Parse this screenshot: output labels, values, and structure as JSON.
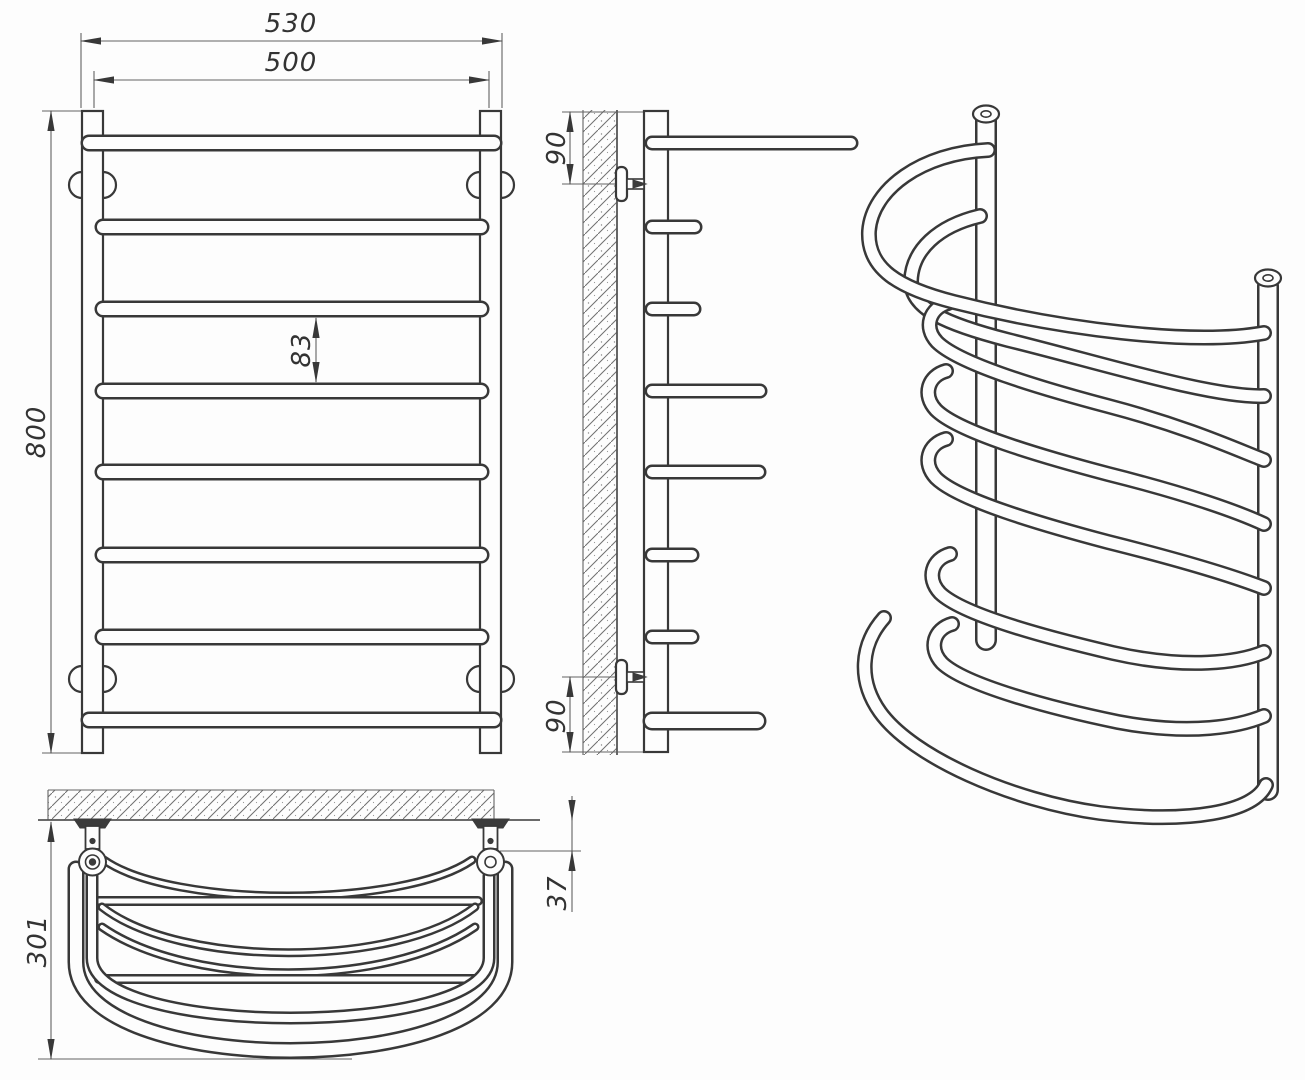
{
  "drawing": {
    "front_view": {
      "overall_width_label": "530",
      "rail_width_label": "500",
      "height_label": "800",
      "rung_gap_label": "83"
    },
    "side_view": {
      "top_bracket_offset_label": "90",
      "bottom_bracket_offset_label": "90"
    },
    "top_view": {
      "depth_label": "301",
      "wall_gap_label": "37"
    },
    "colors": {
      "line": "#383838",
      "thin_line": "#636363",
      "background": "#fdfdfd"
    }
  }
}
